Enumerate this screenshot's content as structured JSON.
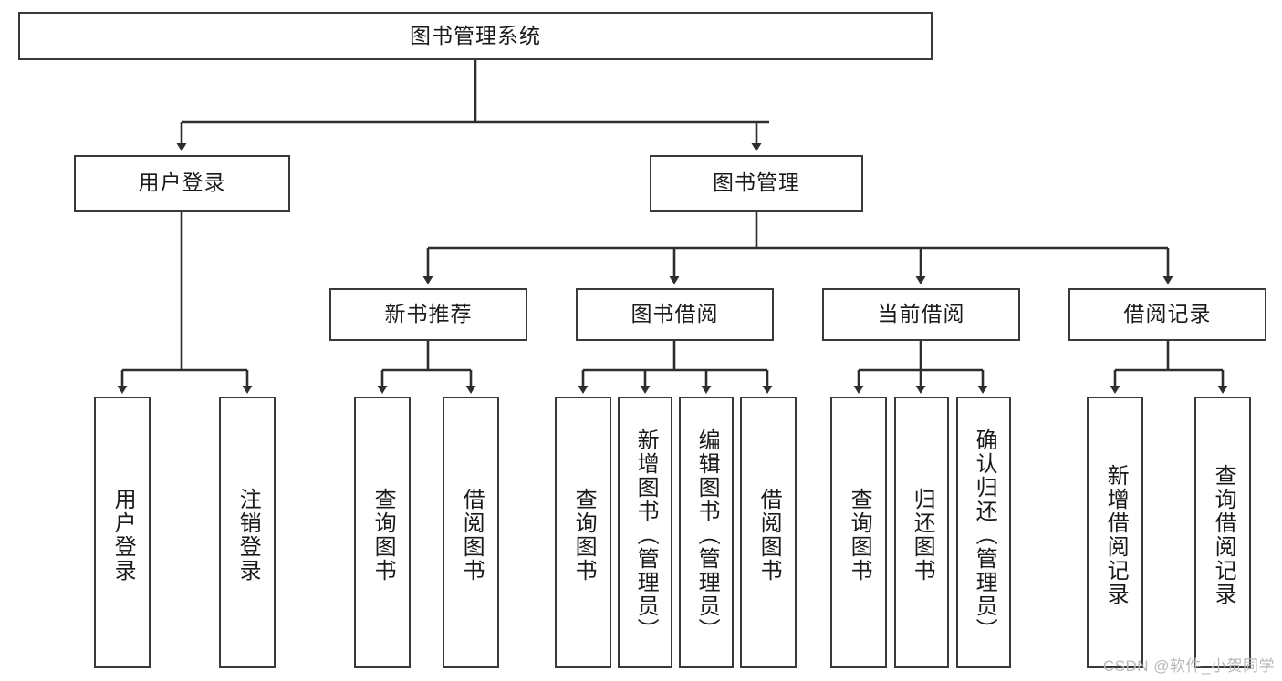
{
  "diagram": {
    "type": "tree",
    "title": "图书管理系统",
    "orientation": "top-down",
    "colors": {
      "box_border": "#3a3a3a",
      "box_fill": "#ffffff",
      "edge": "#2e2e2e",
      "text": "#1a1a1a",
      "watermark": "#b8b8b8",
      "background": "#ffffff"
    },
    "root": {
      "id": "root",
      "label": "图书管理系统"
    },
    "level2": [
      {
        "id": "login",
        "label": "用户登录"
      },
      {
        "id": "bookmgmt",
        "label": "图书管理"
      }
    ],
    "level3": [
      {
        "id": "newbook",
        "label": "新书推荐",
        "parent": "bookmgmt"
      },
      {
        "id": "borrow",
        "label": "图书借阅",
        "parent": "bookmgmt"
      },
      {
        "id": "current",
        "label": "当前借阅",
        "parent": "bookmgmt"
      },
      {
        "id": "record",
        "label": "借阅记录",
        "parent": "bookmgmt"
      }
    ],
    "leaves": {
      "login": [
        {
          "id": "leaf-user-login",
          "label": "用户登录"
        },
        {
          "id": "leaf-user-logout",
          "label": "注销登录"
        }
      ],
      "newbook": [
        {
          "id": "leaf-nb-query",
          "label": "查询图书"
        },
        {
          "id": "leaf-nb-borrow",
          "label": "借阅图书"
        }
      ],
      "borrow": [
        {
          "id": "leaf-bo-query",
          "label": "查询图书"
        },
        {
          "id": "leaf-bo-add",
          "label": "新增图书（管理员）"
        },
        {
          "id": "leaf-bo-edit",
          "label": "编辑图书（管理员）"
        },
        {
          "id": "leaf-bo-borrow",
          "label": "借阅图书"
        }
      ],
      "current": [
        {
          "id": "leaf-cu-query",
          "label": "查询图书"
        },
        {
          "id": "leaf-cu-return",
          "label": "归还图书"
        },
        {
          "id": "leaf-cu-confirm",
          "label": "确认归还（管理员）"
        }
      ],
      "record": [
        {
          "id": "leaf-re-add",
          "label": "新增借阅记录"
        },
        {
          "id": "leaf-re-query",
          "label": "查询借阅记录"
        }
      ]
    }
  },
  "watermark": {
    "text": "CSDN @软件_小贺同学"
  }
}
